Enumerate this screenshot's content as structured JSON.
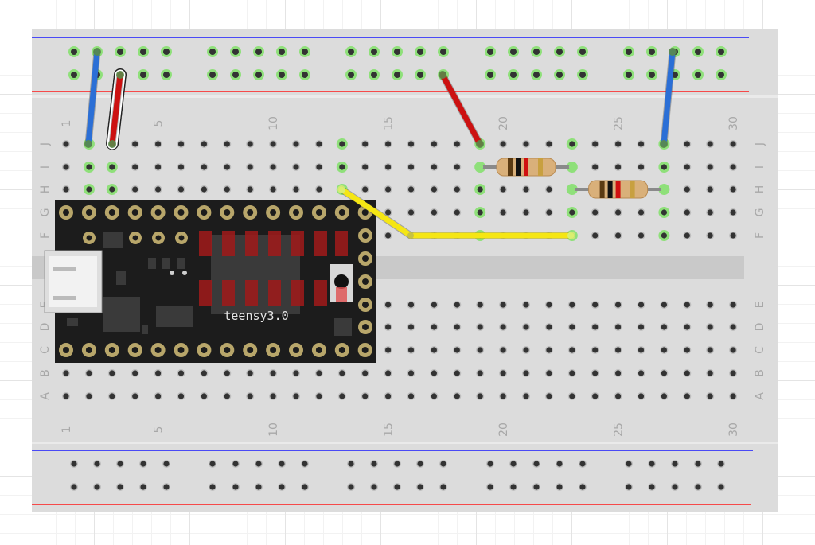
{
  "breadboard": {
    "board_color": "#dcdcdc",
    "rail_blue": "#1a1aff",
    "rail_red": "#ff1a1a",
    "column_numbers": [
      "1",
      "5",
      "10",
      "15",
      "20",
      "25",
      "30"
    ],
    "row_letters_top": [
      "J",
      "I",
      "H",
      "G",
      "F"
    ],
    "row_letters_bottom": [
      "E",
      "D",
      "C",
      "B",
      "A"
    ]
  },
  "microcontroller": {
    "label": "teensy3.0",
    "pcb_color": "#1c1c1c"
  },
  "components": {
    "resistors": [
      {
        "id": "R1",
        "row_from": "I",
        "row_to": "I",
        "col_from": 19,
        "col_to": 23,
        "bands": [
          "#5a3a12",
          "#111111",
          "#d01010",
          "#c8a040"
        ]
      },
      {
        "id": "R2",
        "row_from": "H",
        "row_to": "H",
        "col_from": 23,
        "col_to": 27,
        "bands": [
          "#5a3a12",
          "#111111",
          "#d01010",
          "#c8a040"
        ]
      }
    ],
    "wires": [
      {
        "id": "wire-blue-left",
        "color": "#2b6fd6",
        "from": "rail-top-blue-col-2",
        "to": "J2"
      },
      {
        "id": "wire-red-left",
        "color": "#cc1111",
        "from": "rail-top-red-col-3",
        "to": "J3",
        "selected": true
      },
      {
        "id": "wire-red-right",
        "color": "#cc1111",
        "from": "rail-top-red-col-18",
        "to": "J19"
      },
      {
        "id": "wire-blue-right",
        "color": "#2b6fd6",
        "from": "rail-top-blue-col-27",
        "to": "J27"
      },
      {
        "id": "wire-yellow",
        "color": "#f5e614",
        "from": "H13",
        "to": "F23"
      }
    ]
  }
}
